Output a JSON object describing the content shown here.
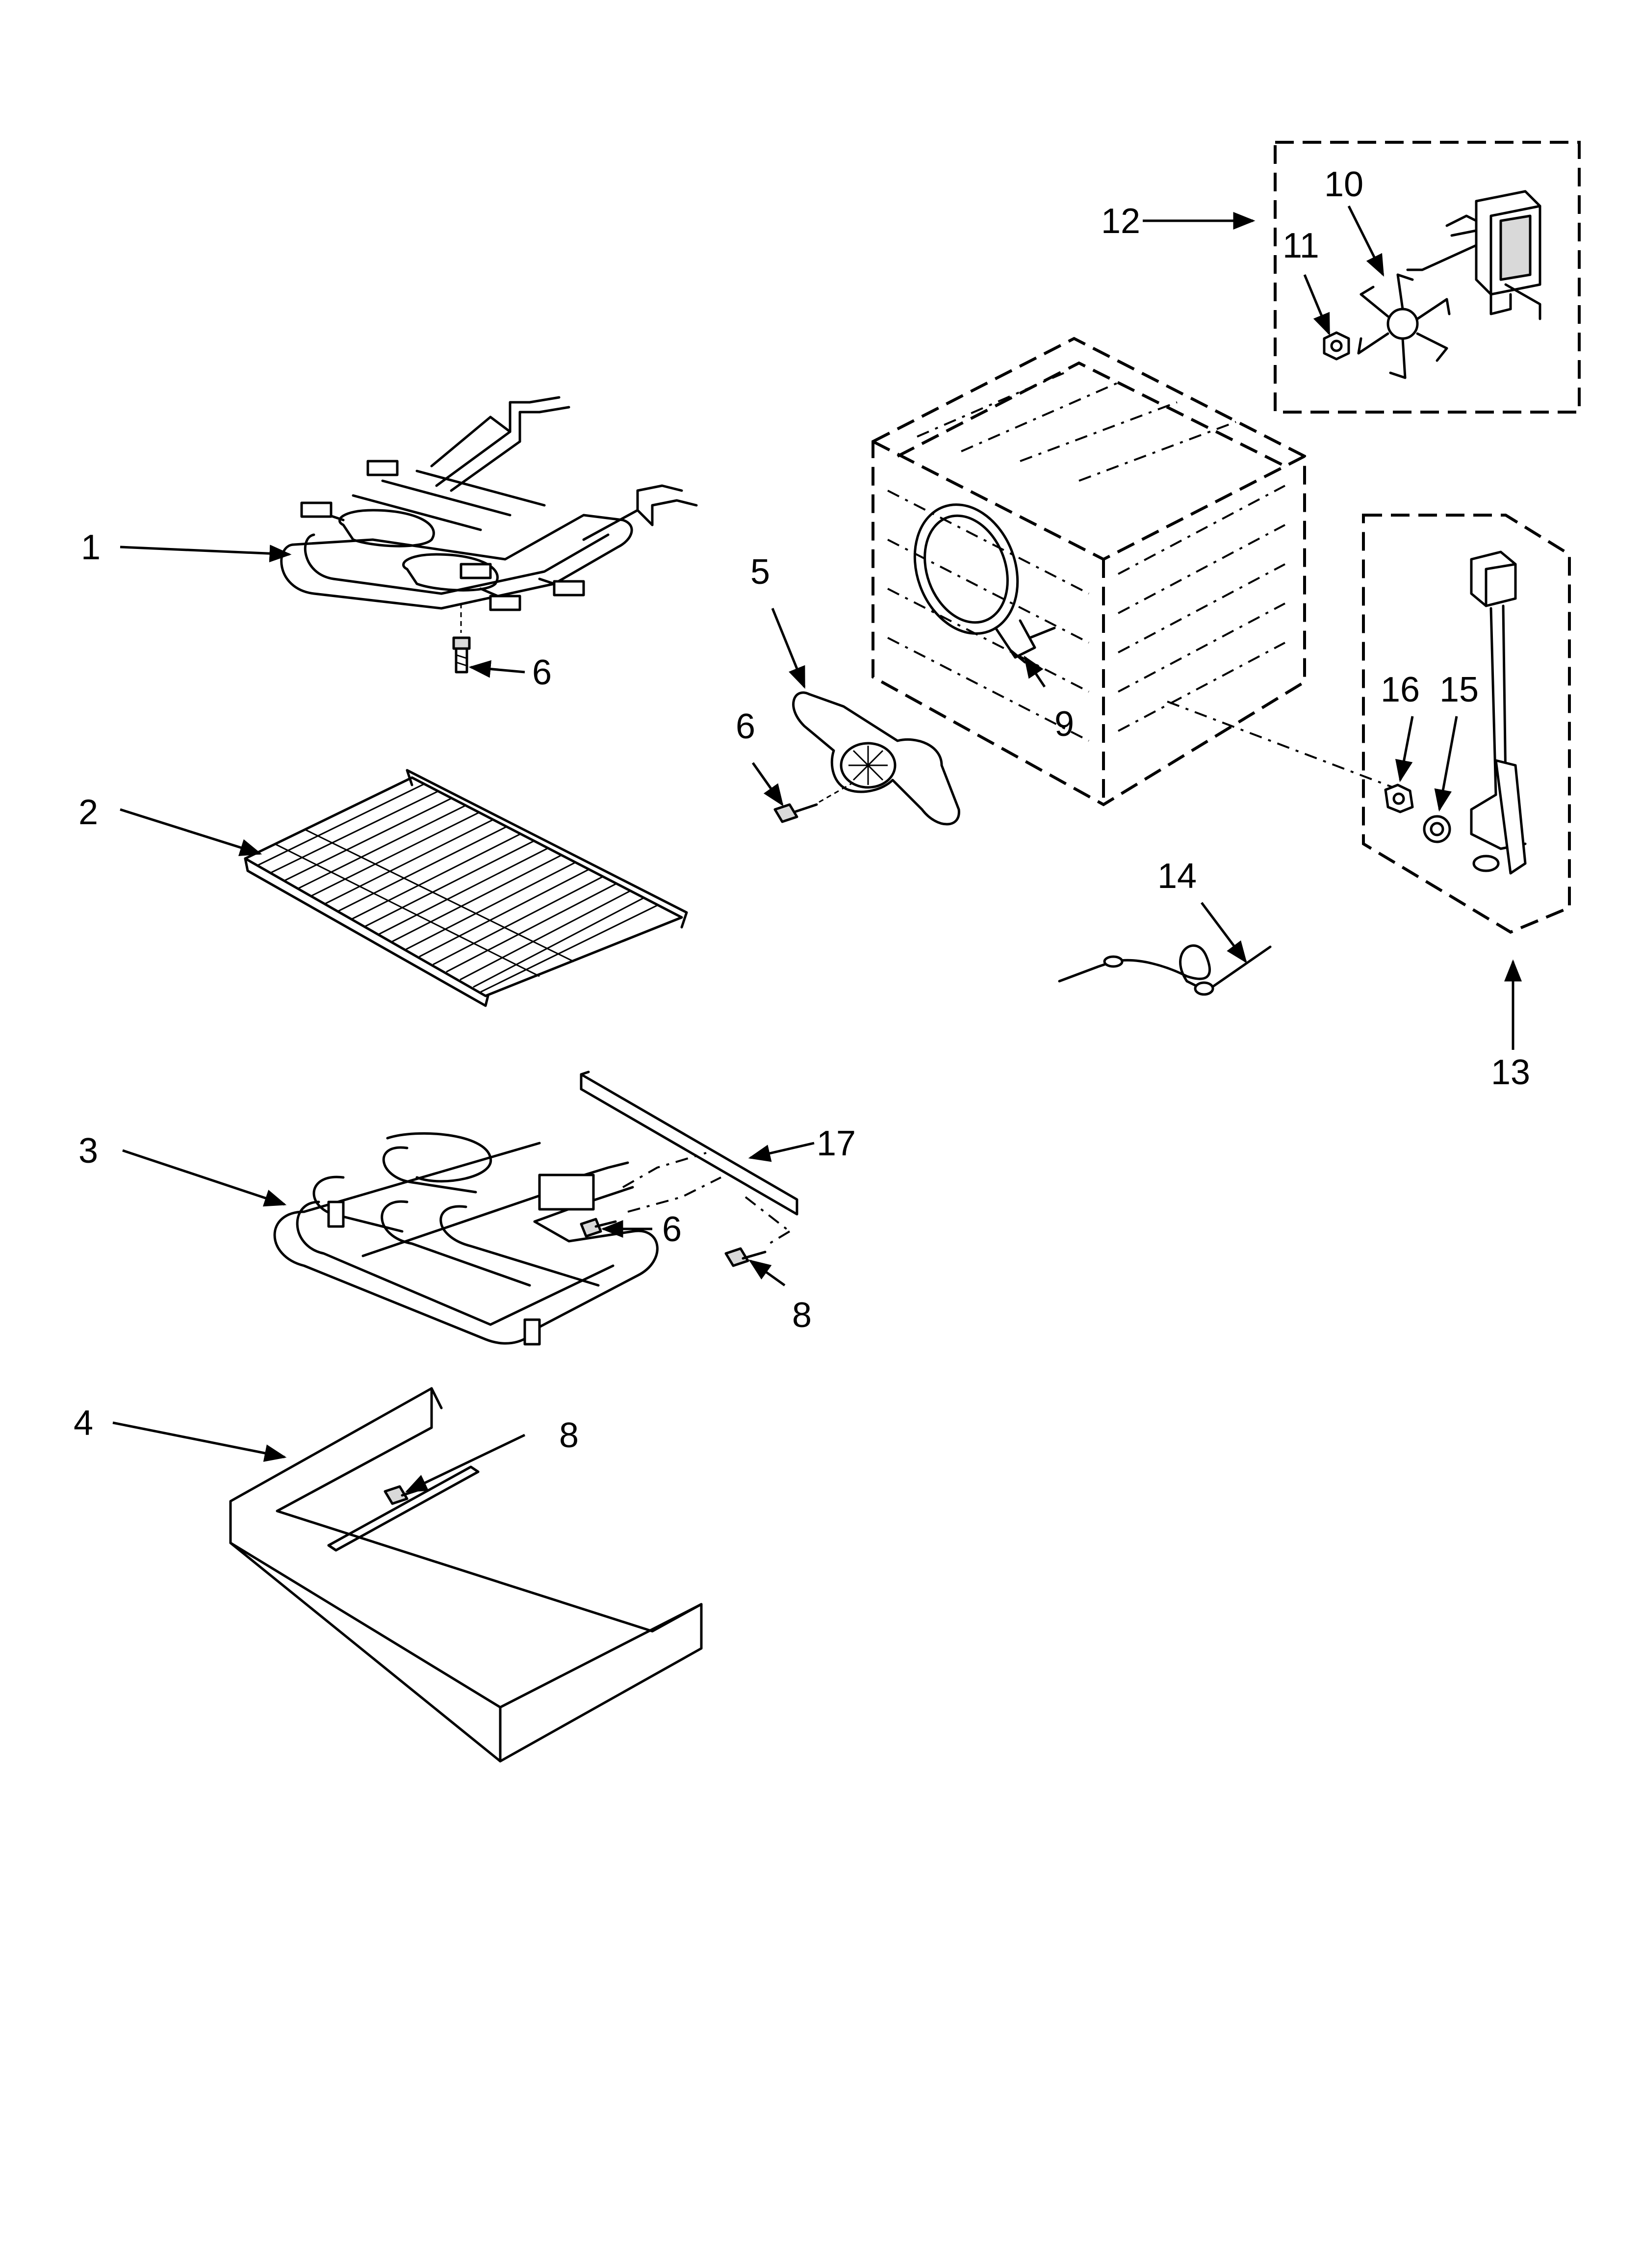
{
  "callouts": {
    "c1": "1",
    "c2": "2",
    "c3": "3",
    "c4": "4",
    "c5": "5",
    "c6a": "6",
    "c6b": "6",
    "c6c": "6",
    "c8a": "8",
    "c8b": "8",
    "c9": "9",
    "c10": "10",
    "c11": "11",
    "c12": "12",
    "c13": "13",
    "c14": "14",
    "c15": "15",
    "c16": "16",
    "c17": "17"
  },
  "colors": {
    "line": "#000000",
    "background": "#ffffff"
  }
}
